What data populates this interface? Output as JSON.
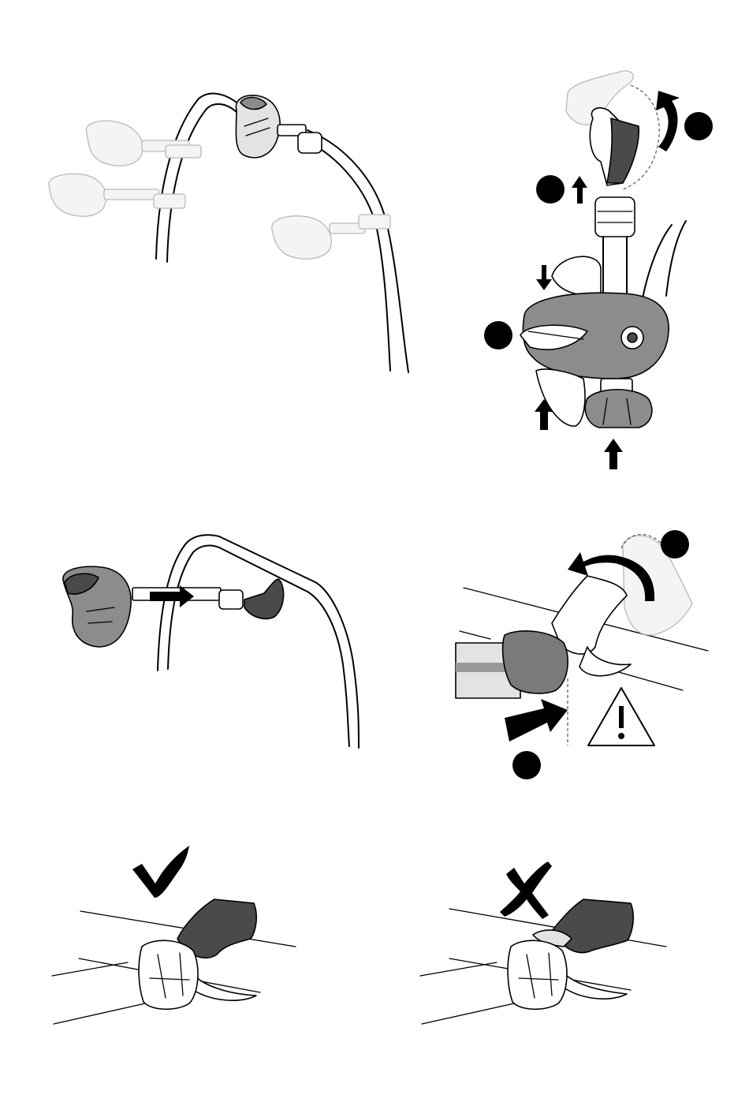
{
  "illustration": {
    "panels": [
      "clamp-positions",
      "clamp-open",
      "insert-arm",
      "fasten-clamp",
      "correct-position",
      "incorrect-position"
    ],
    "marks": {
      "correct": "check-icon",
      "incorrect": "cross-icon",
      "warning": "warning-triangle-icon"
    },
    "colors": {
      "line": "#000000",
      "dark_part": "#4a4a4a",
      "mid_part": "#8c8c8c",
      "ghost": "#b9b9b9",
      "background": "#ffffff"
    }
  }
}
